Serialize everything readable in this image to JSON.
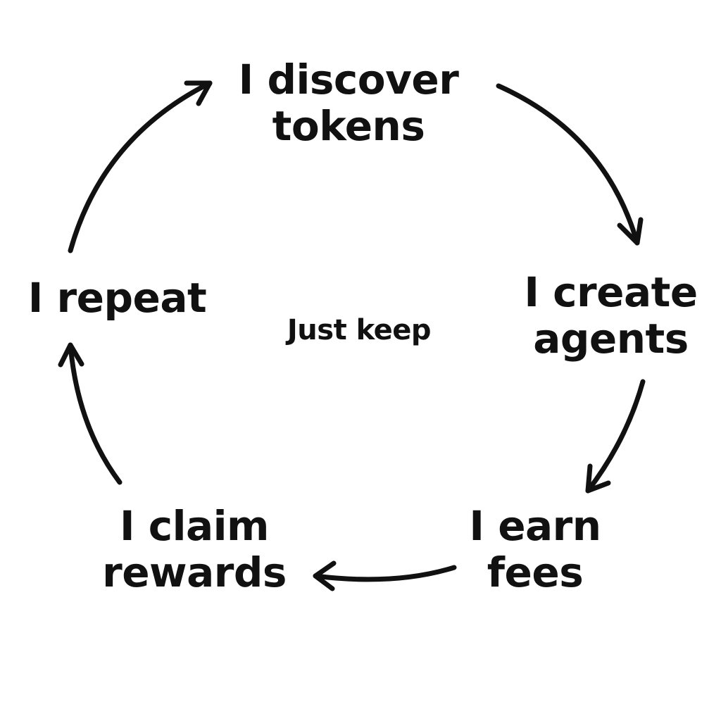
{
  "diagram": {
    "center_label": "Just keep",
    "nodes": [
      {
        "id": "discover",
        "lines": [
          "I discover",
          "tokens"
        ]
      },
      {
        "id": "create",
        "lines": [
          "I create",
          "agents"
        ]
      },
      {
        "id": "earn",
        "lines": [
          "I earn",
          "fees"
        ]
      },
      {
        "id": "claim",
        "lines": [
          "I claim",
          "rewards"
        ]
      },
      {
        "id": "repeat",
        "lines": [
          "I repeat"
        ]
      }
    ],
    "edges": [
      {
        "from": "discover",
        "to": "create"
      },
      {
        "from": "create",
        "to": "earn"
      },
      {
        "from": "earn",
        "to": "claim"
      },
      {
        "from": "claim",
        "to": "repeat"
      },
      {
        "from": "repeat",
        "to": "discover"
      }
    ]
  }
}
